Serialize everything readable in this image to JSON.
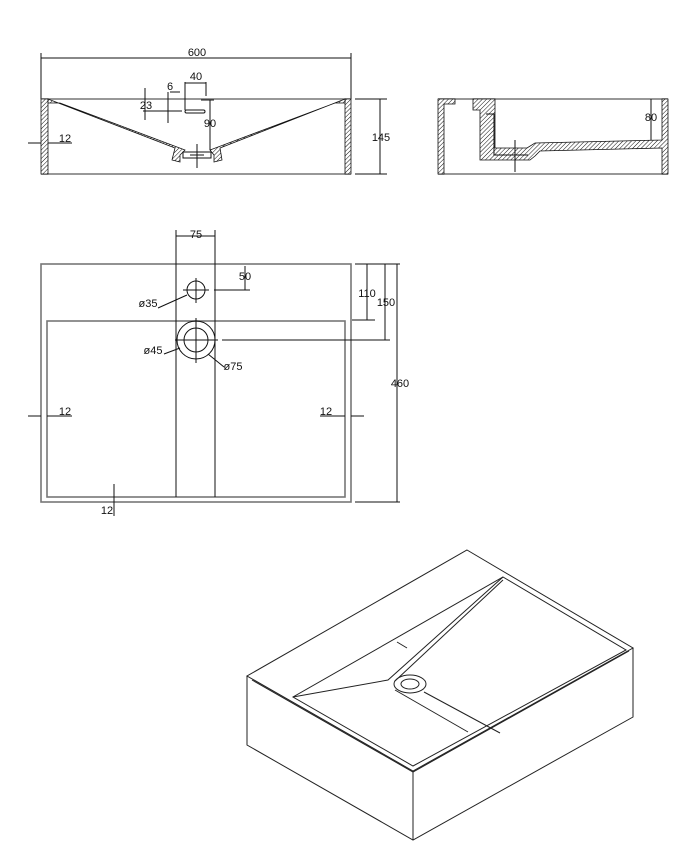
{
  "front_view": {
    "width": "600",
    "slot_offset": "6",
    "slot_length": "40",
    "slot_height": "23",
    "slot_depth": "90",
    "wall": "12",
    "height": "145"
  },
  "side_view": {
    "depth": "80"
  },
  "top_view": {
    "strip_width": "75",
    "tap_offset": "50",
    "tap_hole": "ø35",
    "basin_offset": "110",
    "drain_offset": "150",
    "drain_inner": "ø45",
    "drain_outer": "ø75",
    "depth": "460",
    "wall_left": "12",
    "wall_right": "12",
    "wall_bottom": "12"
  }
}
